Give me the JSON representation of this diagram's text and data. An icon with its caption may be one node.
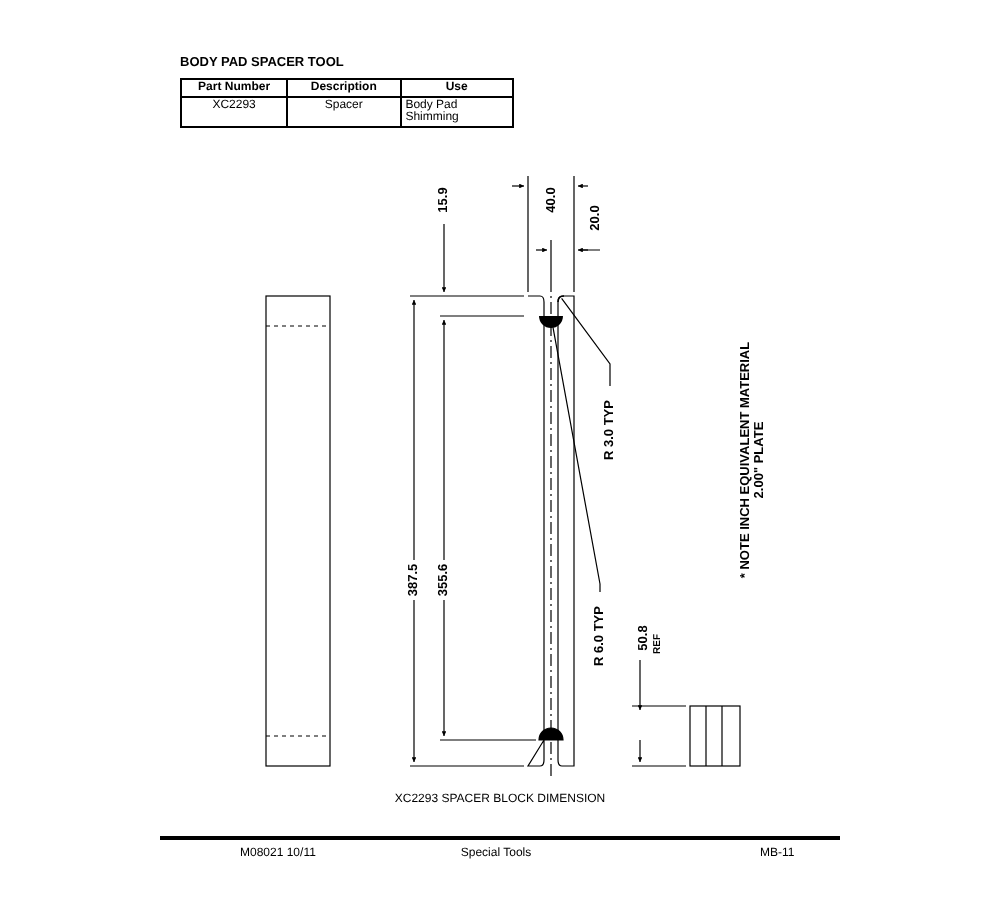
{
  "diagram": {
    "title": "BODY PAD SPACER TOOL",
    "caption": "XC2293 SPACER BLOCK DIMENSION",
    "nodes": [
      {
        "text": [
          "R 3.0 TYP"
        ]
      },
      {
        "text": [
          "R 6.0 TYP"
        ]
      },
      {
        "text": [],
        "shape": "semicircle"
      },
      {
        "text": [],
        "shape": "arc"
      }
    ],
    "edges": [
      {
        "from": 0,
        "to": 3,
        "arrow": "none"
      },
      {
        "from": 1,
        "to": 2,
        "arrow": "none"
      }
    ],
    "labels": [
      "Part Number",
      "Description",
      "Use",
      "XC2293",
      "Spacer",
      "Body Pad Shimming",
      "15.9",
      "40.0",
      "20.0",
      "387.5",
      "355.6",
      "50.8",
      "REF",
      "* NOTE INCH EQUIVALENT MATERIAL 2.00\" PLATE",
      "M08021 10/11",
      "Special Tools",
      "MB-11"
    ]
  }
}
